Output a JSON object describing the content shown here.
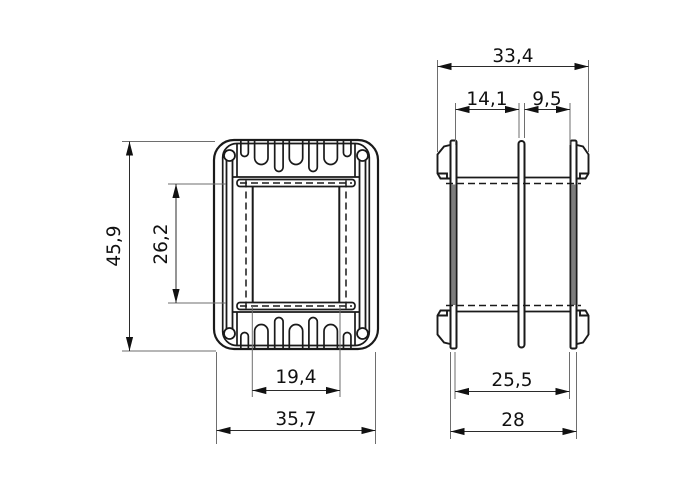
{
  "drawing": {
    "type": "technical-drawing",
    "subject": "coil-former two-view dimensioned drawing",
    "line_colors": {
      "outline": "#1a1a1a",
      "extension": "#6e6e6e",
      "text": "#111111"
    },
    "dims": {
      "overall_height": "45,9",
      "window_height": "26,2",
      "window_width": "19,4",
      "overall_width": "35,7",
      "side_overall_width": "33,4",
      "section_left": "14,1",
      "section_right": "9,5",
      "winding_length": "25,5",
      "flange_span": "28"
    }
  }
}
